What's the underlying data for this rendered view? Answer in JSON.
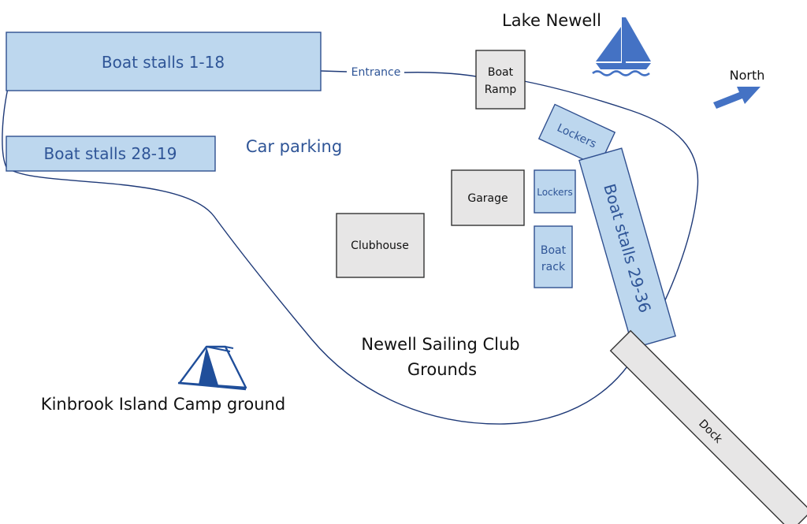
{
  "title": "Lake Newell",
  "grounds_label_line1": "Newell Sailing Club",
  "grounds_label_line2": "Grounds",
  "north_label": "North",
  "entrance_label": "Entrance",
  "car_parking_label": "Car parking",
  "campground_label": "Kinbrook Island Camp ground",
  "facilities": {
    "boat_stalls_1_18": "Boat stalls 1-18",
    "boat_stalls_28_19": "Boat stalls 28-19",
    "boat_stalls_29_36": "Boat stalls 29-36",
    "boat_ramp_line1": "Boat",
    "boat_ramp_line2": "Ramp",
    "lockers_1": "Lockers",
    "lockers_2": "Lockers",
    "garage": "Garage",
    "clubhouse": "Clubhouse",
    "boat_rack_line1": "Boat",
    "boat_rack_line2": "rack",
    "dock": "Dock"
  },
  "icons": {
    "sailboat": "sailboat-icon",
    "tent": "tent-icon",
    "north_arrow": "north-arrow-icon"
  },
  "colors": {
    "stall_fill": "#bdd7ee",
    "stall_stroke": "#2f4f8f",
    "building_fill": "#e7e6e6",
    "building_stroke": "#333333",
    "boundary": "#1f3a78",
    "label_blue": "#2f5597",
    "icon_blue": "#4472c4"
  }
}
